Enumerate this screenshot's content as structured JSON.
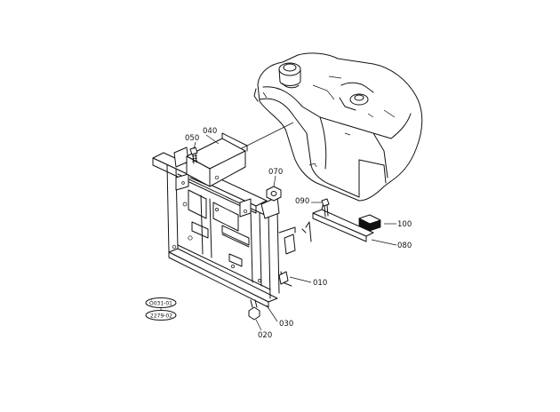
{
  "colors": {
    "line": "#111111",
    "background": "#ffffff"
  },
  "callouts": {
    "p010": "010",
    "p020": "020",
    "p030": "030",
    "p040": "040",
    "p050": "050",
    "p070": "070",
    "p080": "080",
    "p090": "090",
    "p100": "100"
  },
  "reference_codes": {
    "ref1": "Ó031-01",
    "ref2": "2279-02"
  }
}
